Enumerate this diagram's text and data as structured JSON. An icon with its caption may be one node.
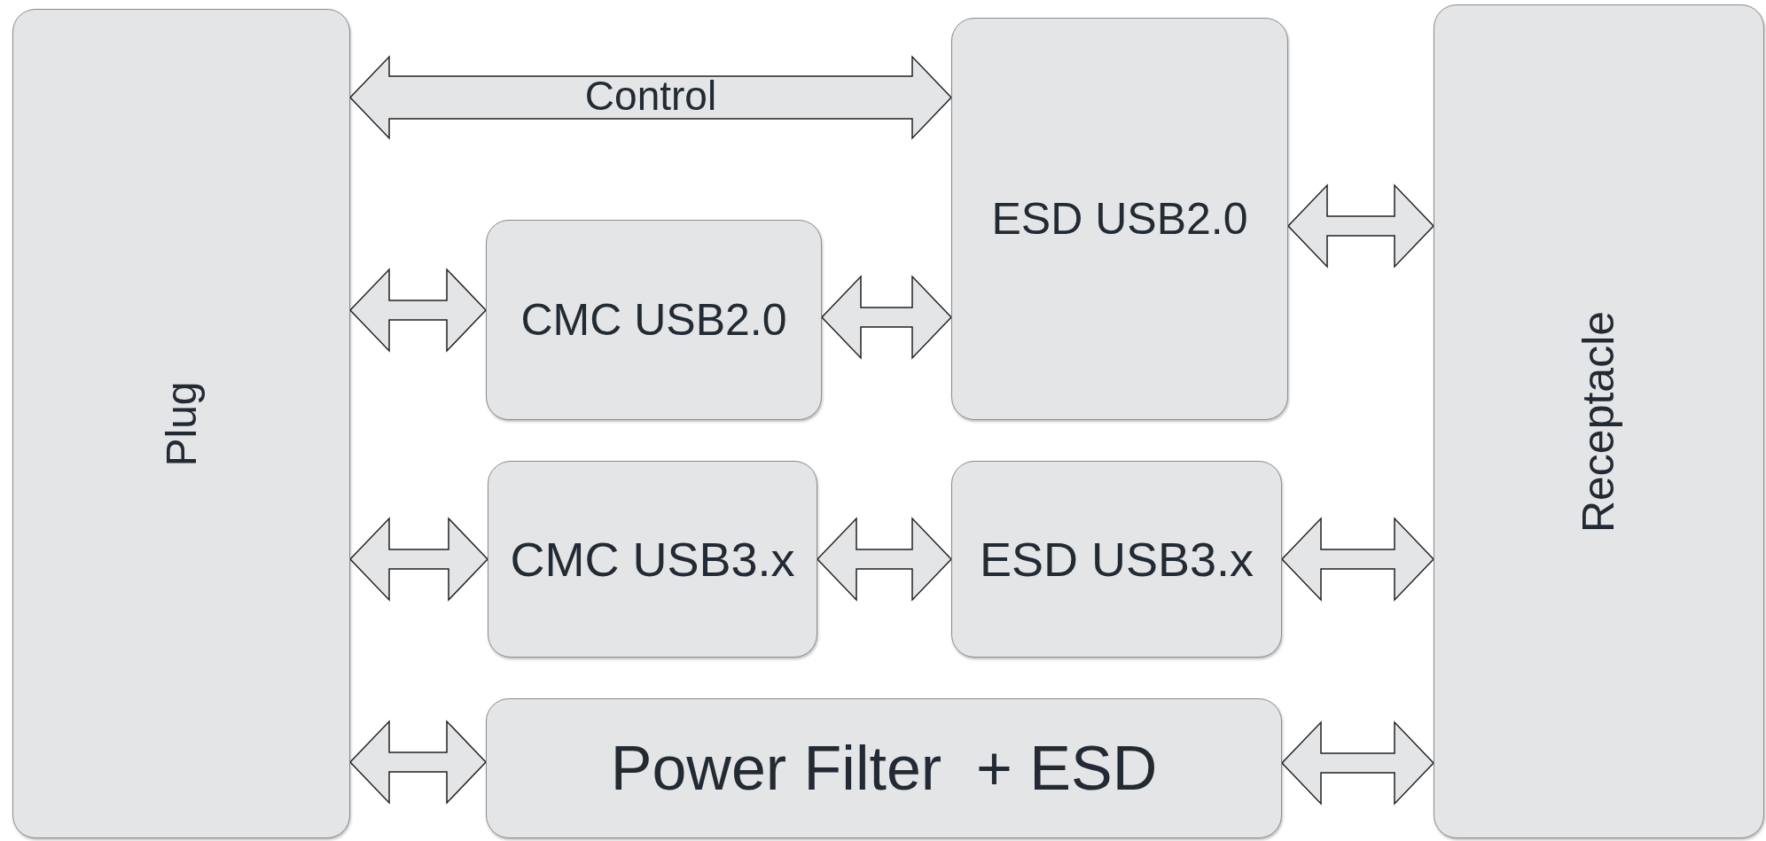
{
  "diagram": {
    "nodes": [
      {
        "text": [
          "Plug"
        ]
      },
      {
        "text": [
          "ESD USB2.0"
        ]
      },
      {
        "text": [
          "Receptacle"
        ]
      },
      {
        "text": [
          "CMC USB2.0"
        ]
      },
      {
        "text": [
          "CMC USB3.x"
        ]
      },
      {
        "text": [
          "ESD USB3.x"
        ]
      },
      {
        "text": [
          "Power Filter  + ESD"
        ]
      }
    ],
    "edges": [
      {
        "from": 0,
        "to": 1,
        "arrow": "both",
        "label": "Control"
      },
      {
        "from": 0,
        "to": 3,
        "arrow": "both"
      },
      {
        "from": 3,
        "to": 1,
        "arrow": "both"
      },
      {
        "from": 1,
        "to": 2,
        "arrow": "both"
      },
      {
        "from": 0,
        "to": 4,
        "arrow": "both"
      },
      {
        "from": 4,
        "to": 5,
        "arrow": "both"
      },
      {
        "from": 5,
        "to": 2,
        "arrow": "both"
      },
      {
        "from": 0,
        "to": 6,
        "arrow": "both"
      },
      {
        "from": 6,
        "to": 2,
        "arrow": "both"
      }
    ]
  }
}
